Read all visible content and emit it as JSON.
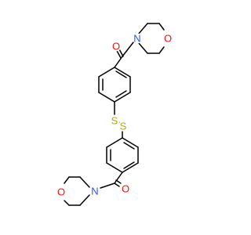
{
  "molecule": {
    "atoms": {
      "o_carbonyl_top": {
        "symbol": "O",
        "color": "#ff0d0d"
      },
      "n_morpholine_top": {
        "symbol": "N",
        "color": "#3050f8"
      },
      "o_ether_top": {
        "symbol": "O",
        "color": "#ff0d0d"
      },
      "s_upper": {
        "symbol": "S",
        "color": "#b8a600"
      },
      "s_lower": {
        "symbol": "S",
        "color": "#b8a600"
      },
      "o_carbonyl_bottom": {
        "symbol": "O",
        "color": "#ff0d0d"
      },
      "n_morpholine_bottom": {
        "symbol": "N",
        "color": "#3050f8"
      },
      "o_ether_bottom": {
        "symbol": "O",
        "color": "#ff0d0d"
      }
    },
    "bond_color": "#000000"
  }
}
